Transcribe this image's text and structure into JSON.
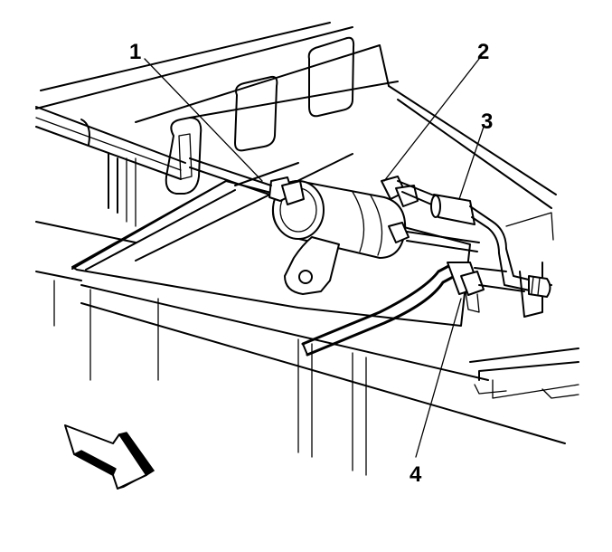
{
  "callouts": [
    {
      "id": "1",
      "label": "1"
    },
    {
      "id": "2",
      "label": "2"
    },
    {
      "id": "3",
      "label": "3"
    },
    {
      "id": "4",
      "label": "4"
    }
  ],
  "icons": {
    "direction_arrow": "forward-direction-arrow-icon"
  },
  "colors": {
    "line": "#000000",
    "background": "#ffffff"
  }
}
